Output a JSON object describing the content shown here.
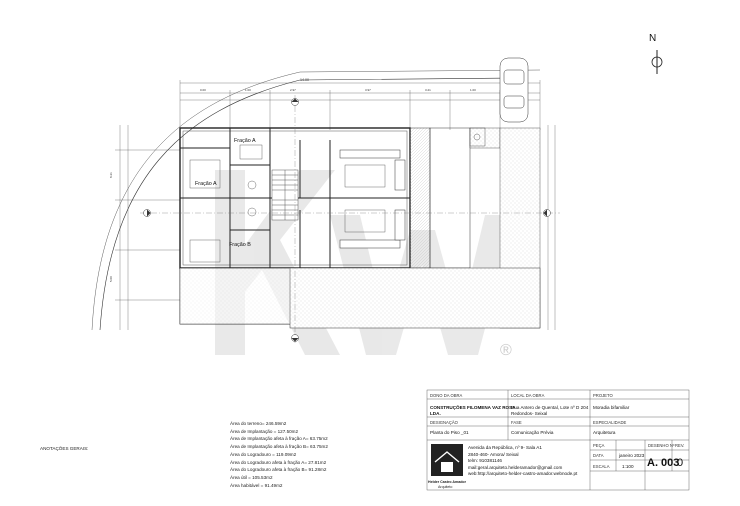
{
  "north_arrow": {
    "label": "N"
  },
  "plan": {
    "rooms": {
      "fracao_a_top": "Fração A",
      "fracao_a_mid": "Fração A",
      "fracao_b": "Fração B"
    }
  },
  "watermark": {
    "reg": "®"
  },
  "areas": [
    "Área do terreno= 246.59m2",
    "Área de Implantação = 127.50m2",
    "Área de Implantação afeta à fração A= 63.75m2",
    "Área de Implantação afeta à fração B= 63.75m2",
    "Área do Logradouro = 119.09m2",
    "Área do Logradouro afeta à fração A= 27.81m2",
    "Área do Logradouro afeta à fração B= 91.28m2",
    "Área útil = 105.53m2",
    "Área habitável = 91.49m2"
  ],
  "notes_label": "ANOTAÇÕES GERAIS:",
  "title_block": {
    "dono_head": "DONO DA OBRA",
    "dono_val_1": "CONSTRUÇÕES FILOMENA VAZ ROSA",
    "dono_val_2": "LDA.",
    "local_head": "LOCAL DA OBRA",
    "local_val_1": "Rua Antero de Quental, Lote nº D 204",
    "local_val_2": "Redondos- Seixal",
    "projeto_head": "PROJETO",
    "projeto_val": "Moradia bifamiliar",
    "designacao_head": "DESIGNAÇÃO",
    "designacao_val": "Planta do Piso _01",
    "fase_head": "FASE",
    "fase_val": "Comunicação Prévia",
    "especialidade_head": "ESPECIALIDADE",
    "especialidade_val": "Arquitetura",
    "company_lines": [
      "Avenida da República, nº 9- Sala A1",
      "2840-460- Amora/ Seixal",
      "",
      "telm: 910381146",
      "mail:geral.arquiteto.helderamador@gmail.com",
      "web:http://arquiteto-helder-castro-amador.webnode.pt"
    ],
    "logo_caption_1": "Helder Castro Amador",
    "logo_caption_2": "Arquiteto",
    "peca_head": "PEÇA",
    "peca_code": "DESENHO Nº",
    "rev_head": "REV.",
    "data_head": "DATA",
    "data_val": "janeiro 2023",
    "escala_head": "ESCALA",
    "escala_val": "1:100",
    "sheet_number": "A. 003",
    "revision": "0"
  },
  "colors": {
    "line": "#333333",
    "watermark": "#d8d8d8",
    "hatch": "#9a9a9a"
  }
}
